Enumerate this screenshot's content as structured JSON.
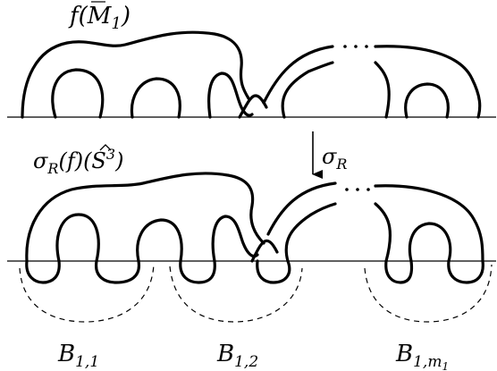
{
  "labels": {
    "top_manifold": "f(M",
    "top_manifold_sub": "1",
    "top_manifold_close": ")",
    "bottom_manifold_head": "σ",
    "bottom_manifold_sub": "R",
    "bottom_manifold_mid": "(",
    "bottom_manifold_f": "f",
    "bottom_manifold_tail": ")(S",
    "bottom_manifold_sup": "3",
    "bottom_manifold_end": ")",
    "map_sigma": "σ",
    "map_sub": "R",
    "ball_1": {
      "base": "B",
      "sub": "1,1"
    },
    "ball_2": {
      "base": "B",
      "sub": "1,2"
    },
    "ball_m": {
      "base": "B",
      "sub": "1,m",
      "subsub": "1"
    }
  }
}
